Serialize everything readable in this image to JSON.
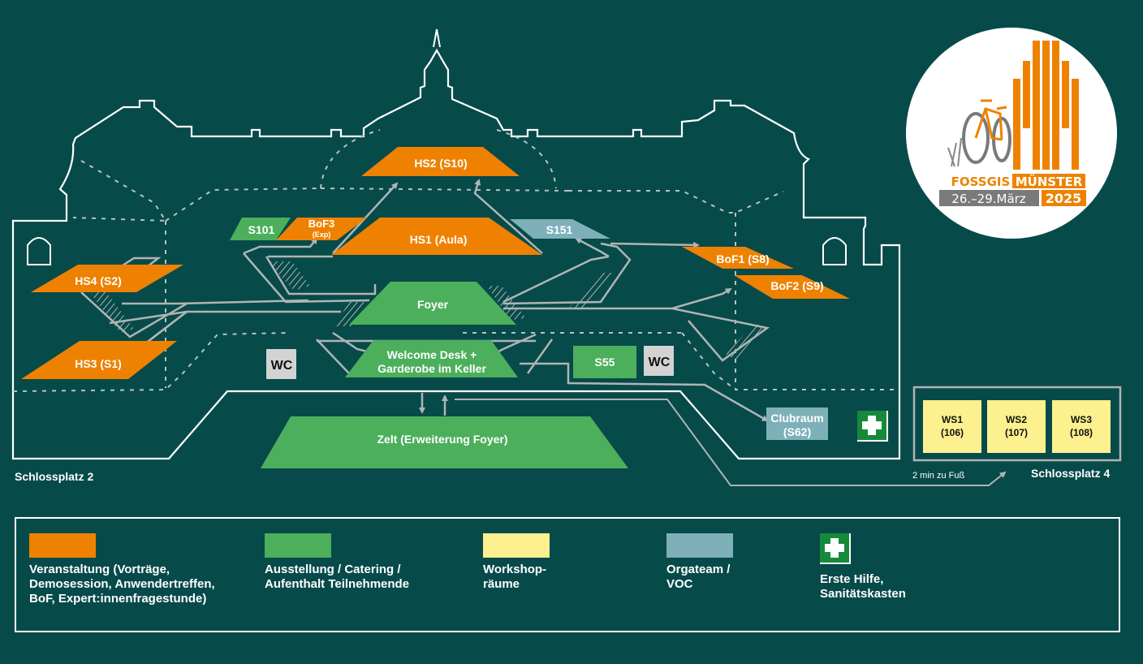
{
  "logo": {
    "name": "FOSSGIS",
    "city": "MÜNSTER",
    "dates": "26.–29.März",
    "year": "2025"
  },
  "colors": {
    "background": "#074a4a",
    "event": "#ee8200",
    "exhibition": "#4caf5c",
    "workshop": "#fdf08e",
    "orga": "#7eb0ba",
    "first_aid": "#168a3a",
    "wc": "#d3d3d3",
    "path": "#b0b4b4"
  },
  "rooms": {
    "hs2": "HS2 (S10)",
    "hs1": "HS1 (Aula)",
    "s101": "S101",
    "bof3": "BoF3",
    "bof3_sub": "(Exp)",
    "s151": "S151",
    "hs4": "HS4 (S2)",
    "hs3": "HS3 (S1)",
    "bof1": "BoF1 (S8)",
    "bof2": "BoF2 (S9)",
    "foyer": "Foyer",
    "welcome_line1": "Welcome Desk +",
    "welcome_line2": "Garderobe im Keller",
    "s55": "S55",
    "wc_left": "WC",
    "wc_right": "WC",
    "zelt": "Zelt (Erweiterung Foyer)",
    "clubraum_line1": "Clubraum",
    "clubraum_line2": "(S62)",
    "ws1": "WS1",
    "ws1_room": "(106)",
    "ws2": "WS2",
    "ws2_room": "(107)",
    "ws3": "WS3",
    "ws3_room": "(108)"
  },
  "places": {
    "schlossplatz2": "Schlossplatz 2",
    "schlossplatz4": "Schlossplatz 4",
    "walk_note": "2 min zu Fuß"
  },
  "legend": [
    {
      "label_lines": [
        "Veranstaltung (Vorträge,",
        "Demosession, Anwendertreffen,",
        "BoF, Expert:innenfragestunde)"
      ],
      "color": "#ee8200"
    },
    {
      "label_lines": [
        "Ausstellung / Catering /",
        "Aufenthalt Teilnehmende"
      ],
      "color": "#4caf5c"
    },
    {
      "label_lines": [
        "Workshop-",
        "räume"
      ],
      "color": "#fdf08e"
    },
    {
      "label_lines": [
        "Orgateam /",
        "VOC"
      ],
      "color": "#7eb0ba"
    },
    {
      "label_lines": [
        "Erste Hilfe,",
        "Sanitätskasten"
      ],
      "color": "#168a3a"
    }
  ]
}
